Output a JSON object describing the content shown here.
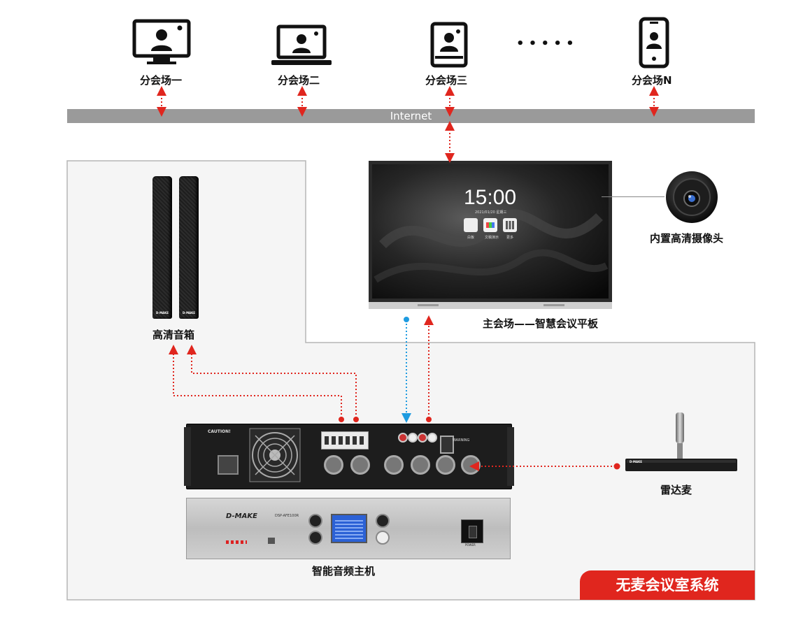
{
  "branches": [
    {
      "label": "分会场一",
      "icon": "monitor-user-icon"
    },
    {
      "label": "分会场二",
      "icon": "laptop-user-icon"
    },
    {
      "label": "分会场三",
      "icon": "tablet-user-icon"
    },
    {
      "label": "分会场N",
      "icon": "phone-user-icon"
    }
  ],
  "ellipsis": "• • • • •",
  "internet_label": "Internet",
  "panel": {
    "time": "15:00",
    "date": "2021/01/20 星期三",
    "apps": [
      "白板",
      "文稿演示",
      "更多"
    ],
    "label": "主会场——智慧会议平板"
  },
  "camera_label": "内置高清摄像头",
  "speakers_label": "高清音箱",
  "speaker_brand": "D-MAKE",
  "amp": {
    "caution": "CAUTION!",
    "warning": "WARNING"
  },
  "host": {
    "brand": "D-MAKE",
    "model": "DSP-AFE100R",
    "power_label": "POWER",
    "label": "智能音频主机"
  },
  "mic": {
    "brand": "D-MAKE",
    "label": "雷达麦"
  },
  "badge": "无麦会议室系统",
  "colors": {
    "link_red": "#e0261e",
    "link_blue": "#1e9be0",
    "bar_gray": "#9a9a9a"
  }
}
